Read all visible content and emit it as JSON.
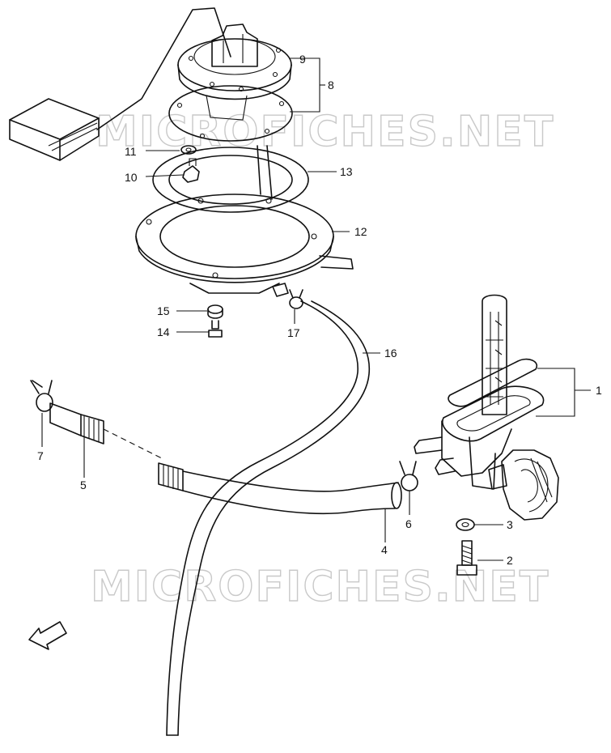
{
  "watermark": "MICROFICHES.NET",
  "fwd_label": "FWD",
  "parts": [
    "1",
    "2",
    "3",
    "4",
    "5",
    "6",
    "7",
    "8",
    "9",
    "10",
    "11",
    "12",
    "13",
    "14",
    "15",
    "16",
    "17"
  ]
}
